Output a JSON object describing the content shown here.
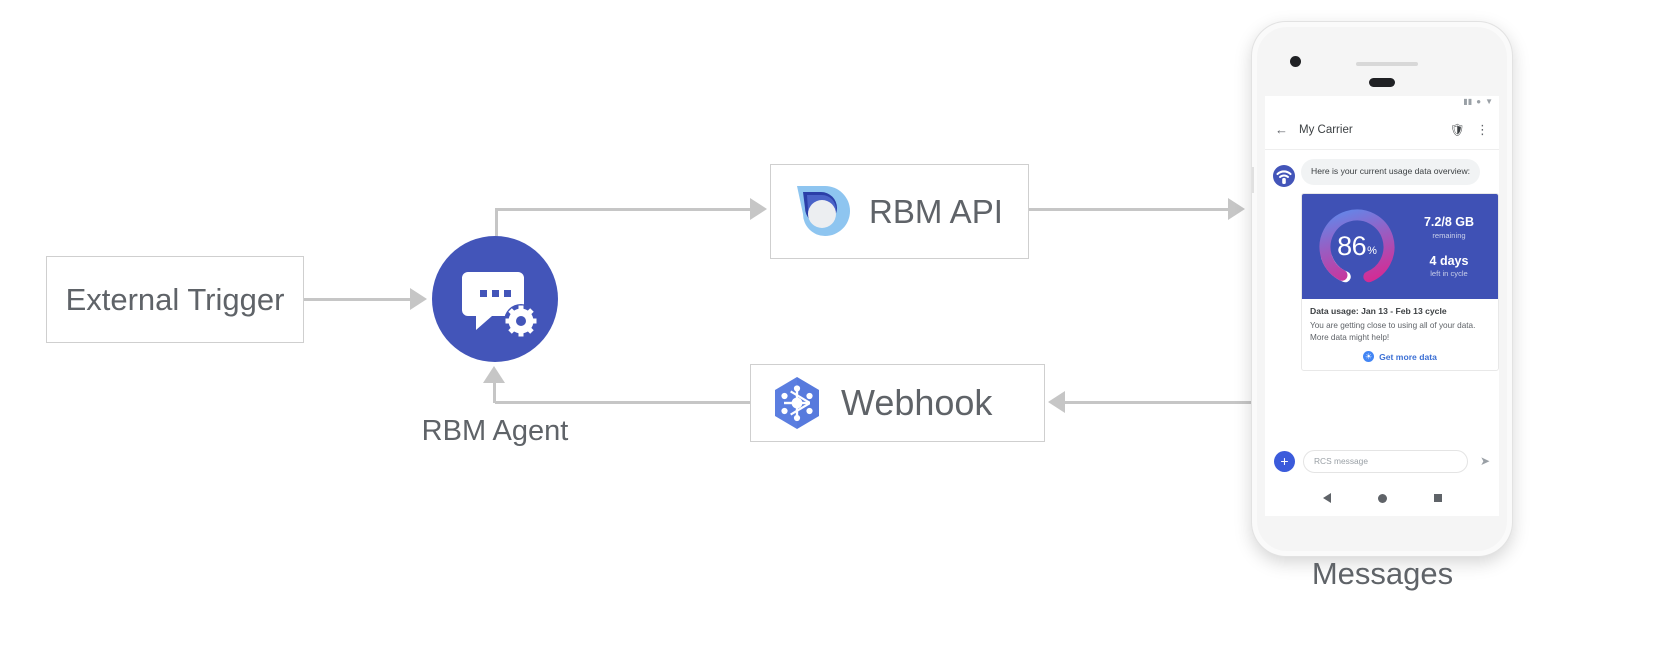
{
  "diagram": {
    "nodes": {
      "external_trigger": {
        "label": "External Trigger"
      },
      "rbm_agent": {
        "label": "RBM Agent",
        "icon": "chat-gear-icon",
        "color": "#4355b9"
      },
      "rbm_api": {
        "label": "RBM API",
        "icon": "rbm-api-logo-icon"
      },
      "webhook": {
        "label": "Webhook",
        "icon": "webhook-hexagon-icon"
      },
      "messages": {
        "label": "Messages"
      }
    },
    "arrow_color": "#c6c6c6"
  },
  "phone": {
    "status_bar": {
      "icons": [
        "signal-icon",
        "wifi-dot-icon",
        "battery-icon"
      ]
    },
    "app_bar": {
      "back_icon": "arrow-back-icon",
      "title": "My Carrier",
      "verified_icon": "shield-check-icon",
      "overflow_icon": "more-vert-icon"
    },
    "conversation": {
      "agent_avatar_icon": "rcs-agent-wifi-icon",
      "greeting": "Here is your current usage data overview:",
      "rich_card": {
        "gauge": {
          "value": "86",
          "unit": "%",
          "percent": 86,
          "track_color": "#ffffff",
          "gradient_start": "#5b8def",
          "gradient_mid": "#9b5bc0",
          "gradient_end": "#e0218a",
          "hero_bg": "#3f51b5"
        },
        "stats": [
          {
            "value": "7.2/8 GB",
            "caption": "remaining"
          },
          {
            "value": "4 days",
            "caption": "left in cycle"
          }
        ],
        "title": "Data usage: Jan 13 - Feb 13 cycle",
        "description": "You are getting close to using all of your data. More data might help!",
        "action": {
          "icon": "globe-icon",
          "label": "Get more data",
          "color": "#3b6fd4"
        }
      }
    },
    "composer": {
      "add_label": "+",
      "placeholder": "RCS message",
      "send_icon": "send-icon"
    },
    "nav_bar": {
      "back": "nav-back-icon",
      "home": "nav-home-icon",
      "recents": "nav-recents-icon"
    }
  }
}
